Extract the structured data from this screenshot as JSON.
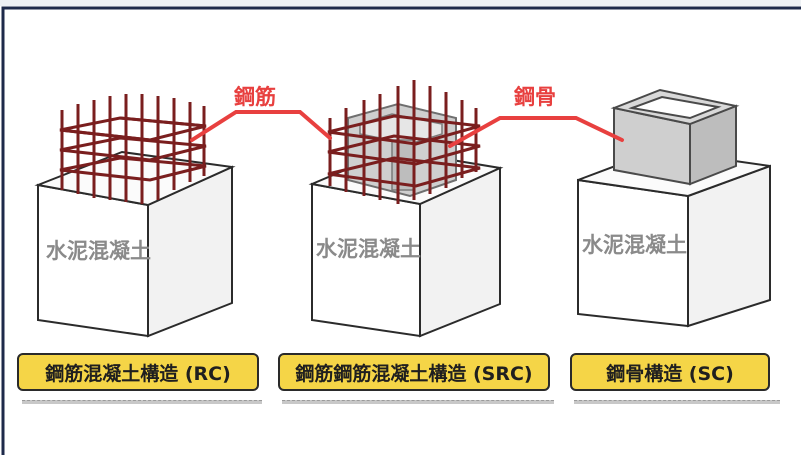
{
  "callouts": {
    "rebar": "鋼筋",
    "steel": "鋼骨"
  },
  "blocks": [
    {
      "id": "rc",
      "text": "水泥混凝土"
    },
    {
      "id": "src",
      "text": "水泥混凝土"
    },
    {
      "id": "sc",
      "text": "水泥混凝土"
    }
  ],
  "labels": [
    {
      "id": "rc",
      "text": "鋼筋混凝土構造 (RC)"
    },
    {
      "id": "src",
      "text": "鋼筋鋼筋混凝土構造 (SRC)"
    },
    {
      "id": "sc",
      "text": "鋼骨構造 (SC)"
    }
  ],
  "colors": {
    "rebar": "#7a1e1e",
    "callout_line": "#e8403f",
    "label_fill": "#f5d547",
    "concrete_front": "#ffffff",
    "concrete_side": "#f2f2f2",
    "steel_gray": "#cfcfcf",
    "frame_border": "#1e2a4a"
  }
}
